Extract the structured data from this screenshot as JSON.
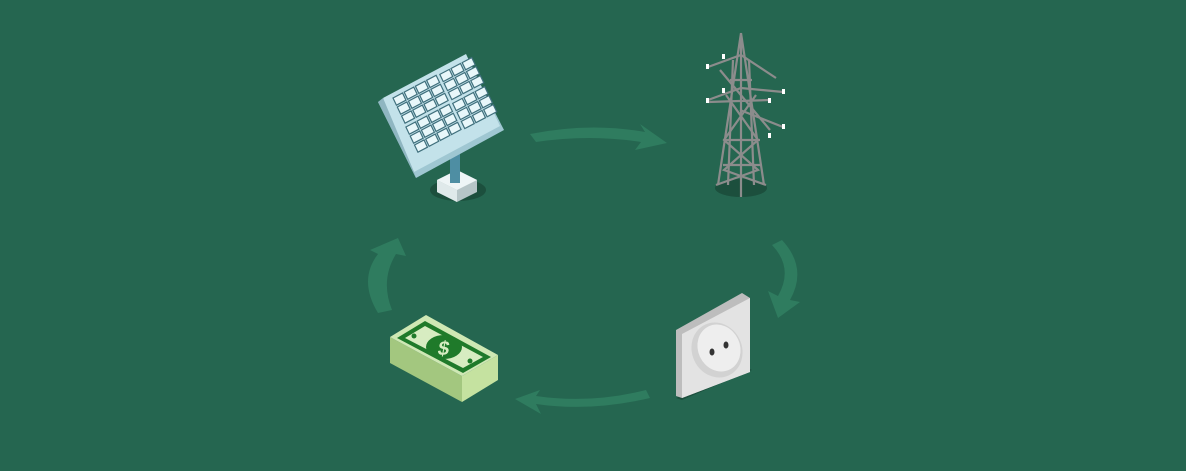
{
  "colors": {
    "background": "#256650",
    "arrow": "#2f7c5f",
    "panel": "#bfe0e8",
    "cell": "#e6f6f8",
    "money": "#b7d78f",
    "money_ink": "#1f7a2a",
    "outlet": "#e2e2e2",
    "tower": "#8a8a8a"
  },
  "cycle": [
    "solar-panel",
    "transmission-tower",
    "power-outlet",
    "money-stack"
  ]
}
